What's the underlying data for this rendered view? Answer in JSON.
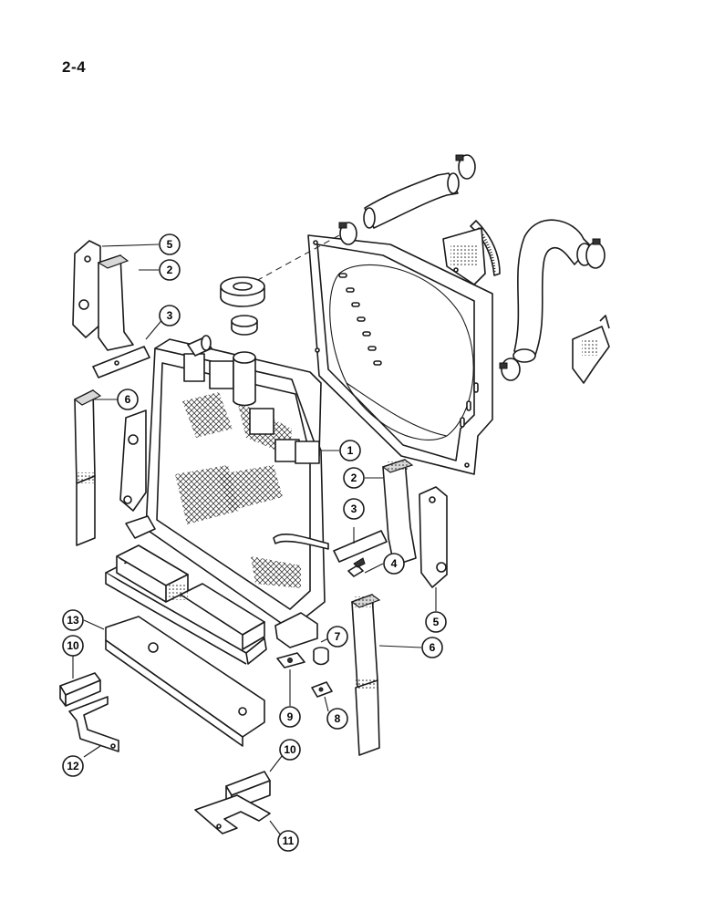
{
  "page": {
    "number": "2-4"
  },
  "callouts": [
    {
      "id": "c1",
      "label": "1"
    },
    {
      "id": "c2a",
      "label": "2"
    },
    {
      "id": "c2b",
      "label": "2"
    },
    {
      "id": "c3a",
      "label": "3"
    },
    {
      "id": "c3b",
      "label": "3"
    },
    {
      "id": "c4",
      "label": "4"
    },
    {
      "id": "c5a",
      "label": "5"
    },
    {
      "id": "c5b",
      "label": "5"
    },
    {
      "id": "c6a",
      "label": "6"
    },
    {
      "id": "c6b",
      "label": "6"
    },
    {
      "id": "c7",
      "label": "7"
    },
    {
      "id": "c8",
      "label": "8"
    },
    {
      "id": "c9",
      "label": "9"
    },
    {
      "id": "c10a",
      "label": "10"
    },
    {
      "id": "c10b",
      "label": "10"
    },
    {
      "id": "c11",
      "label": "11"
    },
    {
      "id": "c12",
      "label": "12"
    },
    {
      "id": "c13",
      "label": "13"
    }
  ]
}
